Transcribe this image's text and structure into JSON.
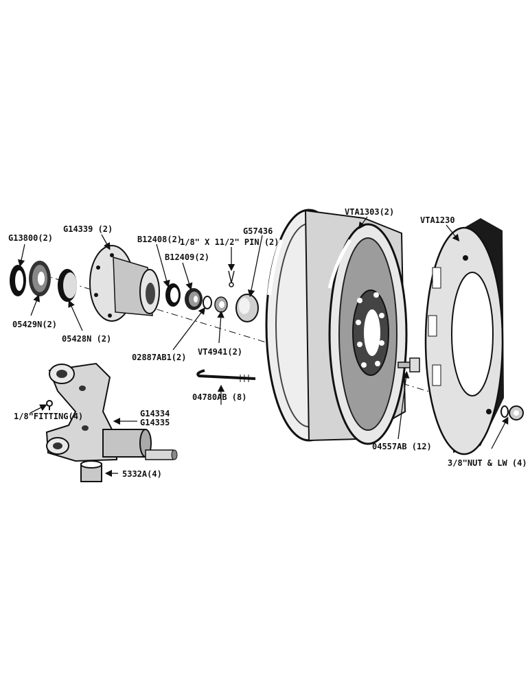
{
  "colors": {
    "ink": "#111111",
    "metal_light": "#d8d8d8",
    "metal_mid": "#9a9a9a",
    "metal_dark": "#2a2a2a",
    "paper": "#ffffff"
  },
  "labels": {
    "g13800": "G13800(2)",
    "g14339": "G14339 (2)",
    "b12408": "B12408(2)",
    "b12409": "B12409(2)",
    "pin": "1/8\" X 11/2\" PIN (2)",
    "g57436": "G57436",
    "vta1303": "VTA1303(2)",
    "vta1230": "VTA1230",
    "n05429": "05429N(2)",
    "n05428": "05428N (2)",
    "a02887": "02887AB1(2)",
    "vt4941": "VT4941(2)",
    "ab04780": "04780AB (8)",
    "ab04557": "04557AB (12)",
    "nut": "3/8\"NUT & LW (4)",
    "fitting": "1/8\"FITTING(4)",
    "g14334": "G14334",
    "g14335": "G14335",
    "a5332": "5332A(4)"
  }
}
